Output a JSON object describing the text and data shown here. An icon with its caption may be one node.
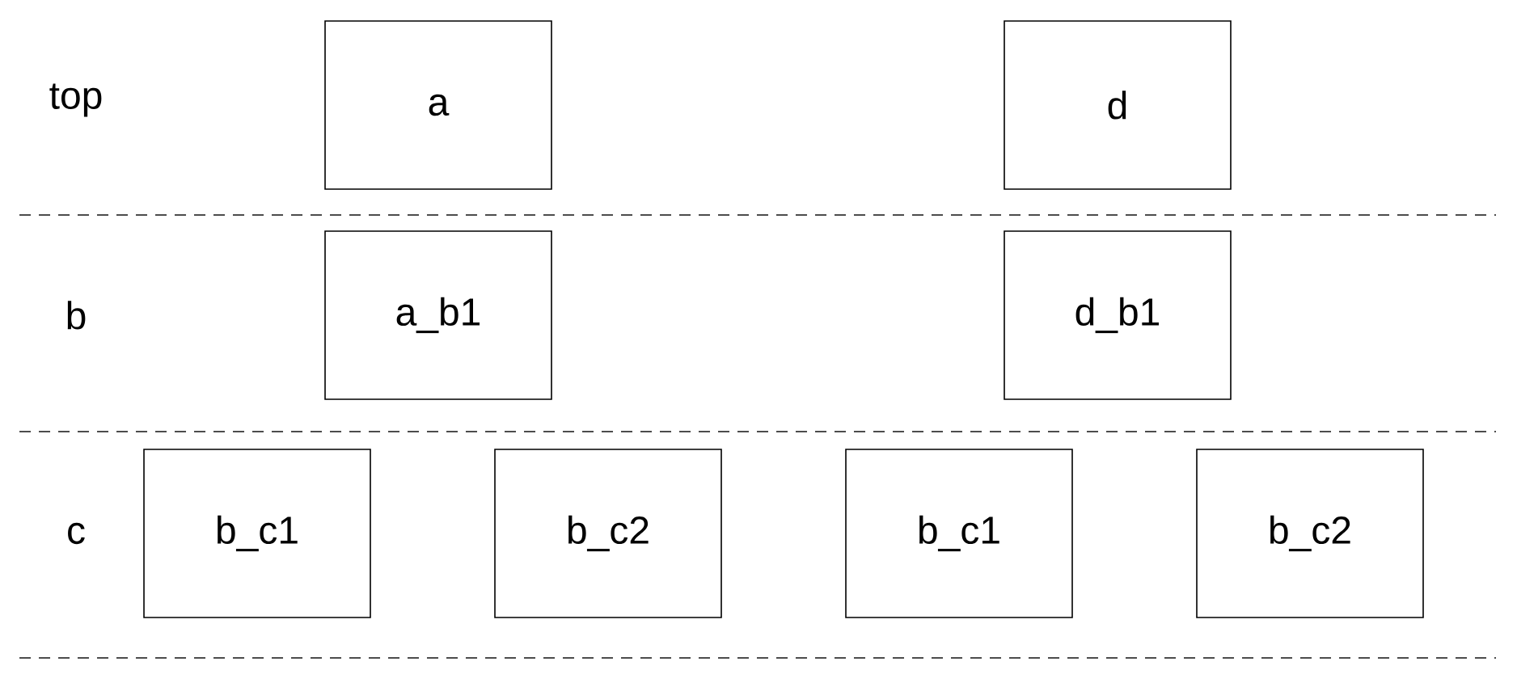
{
  "diagram": {
    "nodes": [
      {
        "text": [
          "a"
        ]
      },
      {
        "text": [
          "d"
        ]
      },
      {
        "text": [
          "a_b1"
        ]
      },
      {
        "text": [
          "d_b1"
        ]
      },
      {
        "text": [
          "b_c1"
        ]
      },
      {
        "text": [
          "b_c2"
        ]
      },
      {
        "text": [
          "b_c1"
        ]
      },
      {
        "text": [
          "b_c2"
        ]
      }
    ],
    "labels": [
      "top",
      "b",
      "c"
    ]
  }
}
